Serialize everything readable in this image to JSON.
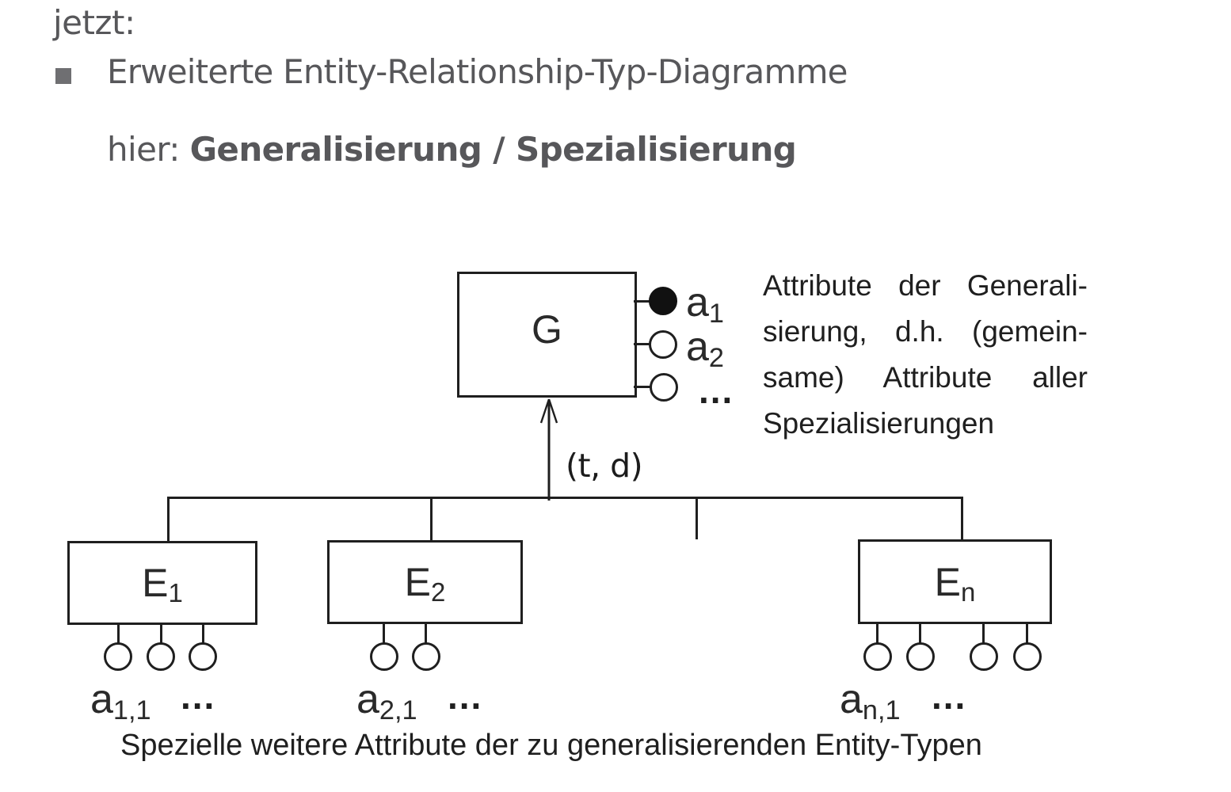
{
  "slide": {
    "intro": "jetzt:",
    "bullet_item": "Erweiterte Entity-Relationship-Typ-Diagramme",
    "subtitle_prefix": "hier: ",
    "subtitle_bold": "Generalisierung / Spezialisierung"
  },
  "diagram": {
    "generalization": {
      "label": "G"
    },
    "edge_label": "(t, d)",
    "g_attributes": {
      "a1": {
        "base": "a",
        "sub": "1"
      },
      "a2": {
        "base": "a",
        "sub": "2"
      },
      "more": "..."
    },
    "entities": [
      {
        "base": "E",
        "sub": "1",
        "attr_base": "a",
        "attr_sub": "1,1",
        "more": "..."
      },
      {
        "base": "E",
        "sub": "2",
        "attr_base": "a",
        "attr_sub": "2,1",
        "more": "..."
      },
      {
        "base": "E",
        "sub": "n",
        "attr_base": "a",
        "attr_sub": "n,1",
        "more": "..."
      }
    ],
    "annotation_lines": [
      "Attribute der Generali-",
      "sierung, d.h. (gemein-",
      "same) Attribute aller",
      "Spezialisierungen"
    ],
    "caption": "Spezielle weitere Attribute der zu generalisierenden Entity-Typen"
  },
  "colors": {
    "slide_text": "#57575a",
    "bullet": "#6f6f72",
    "diagram_ink": "#1f1f1f",
    "background": "#ffffff"
  }
}
